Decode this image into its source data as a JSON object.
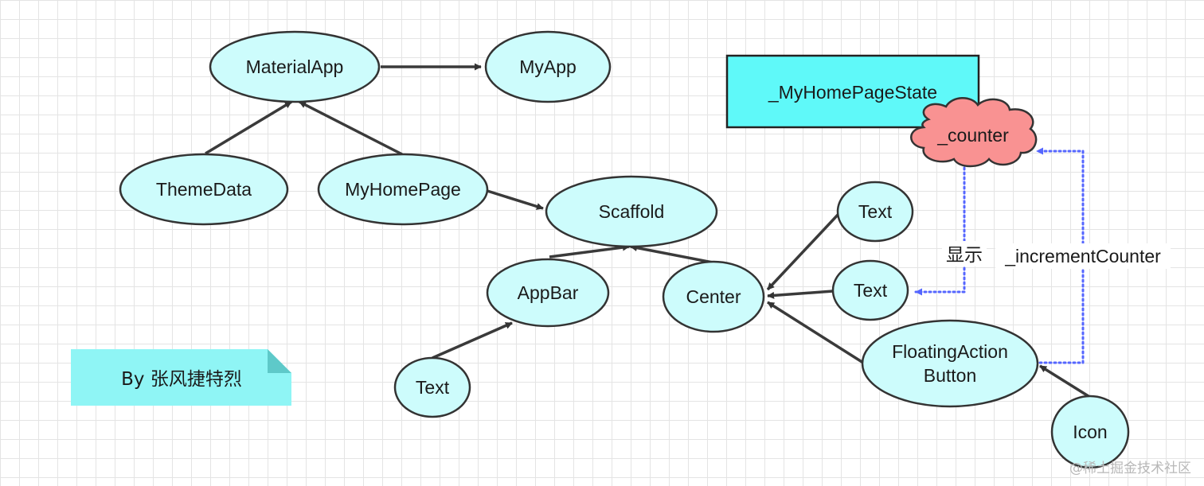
{
  "nodes": {
    "material_app": "MaterialApp",
    "my_app": "MyApp",
    "theme_data": "ThemeData",
    "my_home_page": "MyHomePage",
    "scaffold": "Scaffold",
    "app_bar": "AppBar",
    "appbar_text": "Text",
    "center": "Center",
    "text_top": "Text",
    "text_mid": "Text",
    "fab_line1": "FloatingAction",
    "fab_line2": "Button",
    "icon": "Icon"
  },
  "state_box": "_MyHomePageState",
  "counter_cloud": "_counter",
  "edge_labels": {
    "display": "显示",
    "increment": "_incrementCounter"
  },
  "note": "By 张风捷特烈",
  "watermark": "@稀土掘金技术社区",
  "colors": {
    "node_fill": "#cdfcfc",
    "state_fill": "#5ff9f9",
    "cloud_fill": "#f99292",
    "note_fill": "#8ff5f5",
    "dotted_edge": "#3344ff"
  }
}
